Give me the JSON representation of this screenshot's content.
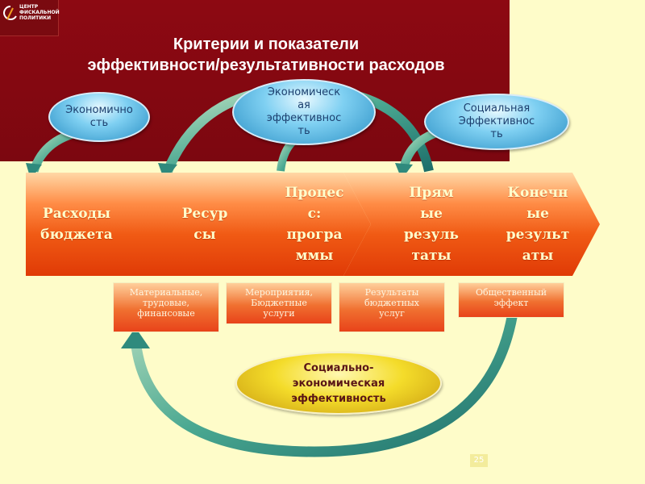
{
  "logo": {
    "text": "ЦЕНТР ФИСКАЛЬНОЙ ПОЛИТИКИ"
  },
  "title": {
    "line1": "Критерии и показатели",
    "line2": "эффективности/результативности расходов"
  },
  "colors": {
    "header": "#8d0912",
    "background": "#fefcc9",
    "chevron": "#f05a14",
    "arrow": "#2f8a7d",
    "oval_blue": "#2a8fc4",
    "oval_yellow": "#f4dc2a"
  },
  "chevrons": [
    {
      "label": "Расходы\nбюджета"
    },
    {
      "label": "Ресур\nсы"
    },
    {
      "label": "Процес\nс:\nпрогра\nммы"
    },
    {
      "label": "Прям\nые\nрезуль\nтаты"
    },
    {
      "label": "Конечн\nые\nрезульт\nаты"
    }
  ],
  "indicators": [
    {
      "label": "Материальные,\nтрудовые,\nфинансовые"
    },
    {
      "label": "Мероприятия,\nБюджетные\nуслуги"
    },
    {
      "label": "Результаты\nбюджетных\nуслуг"
    },
    {
      "label": "Общественный\nэффект"
    }
  ],
  "criteria": {
    "economy": "Экономично\nсть",
    "economic_efficiency": "Экономическ\nая\nэффективнос\nть",
    "social_efficiency": "Социальная\nЭффективнос\nть",
    "socio_economic": "Социально-\nэкономическая\nэффективность"
  },
  "page_number": "25"
}
